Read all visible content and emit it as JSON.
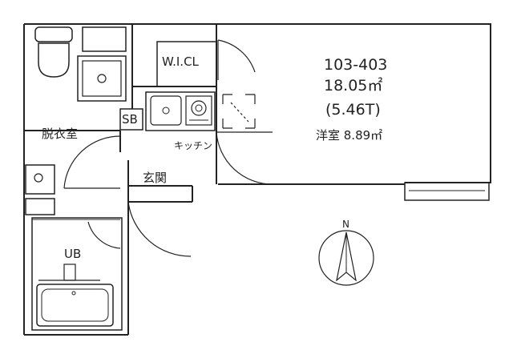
{
  "rooms": {
    "unit_number": "103-403",
    "total_area": "18.05㎡",
    "tatami": "(5.46T)",
    "western_room": "洋室 8.89㎡",
    "wic": "W.I.CL",
    "sb": "SB",
    "dressing": "脱衣室",
    "kitchen": "キッチン",
    "entrance": "玄関",
    "bath": "UB"
  },
  "compass": {
    "north": "N"
  },
  "colors": {
    "wall": "#222222",
    "background": "#ffffff"
  }
}
